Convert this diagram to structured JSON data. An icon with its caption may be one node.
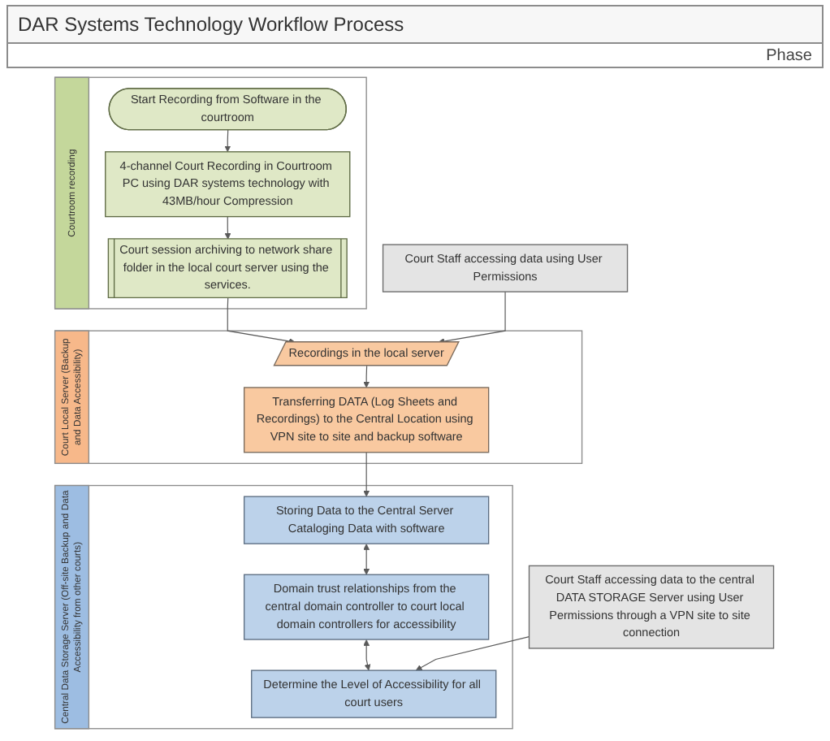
{
  "diagram": {
    "title": "DAR Systems Technology Workflow Process",
    "nodes": [
      {
        "text": [
          "Courtroom recording"
        ]
      },
      {
        "text": [
          "Start Recording from Software in the courtroom"
        ],
        "in": 0
      },
      {
        "text": [
          "4-channel Court Recording in Courtroom PC using DAR systems technology with 43MB/hour Compression"
        ],
        "in": 0
      },
      {
        "text": [
          "Court session archiving to network share folder in the local court server using the services."
        ],
        "in": 0
      },
      {
        "text": [
          "Court Staff accessing data using User Permissions"
        ]
      },
      {
        "text": [
          "Court Staff accessing data to the central DATA STORAGE Server using User Permissions through a VPN site to site connection"
        ]
      },
      {
        "text": [
          "Court Local Server (Backup and Data Accessibility)"
        ]
      },
      {
        "text": [
          "Transferring DATA (Log Sheets and Recordings) to the Central Location using VPN site to site and backup software"
        ],
        "in": 6
      },
      {
        "text": [
          "Recordings in the local server"
        ],
        "in": 6
      },
      {
        "text": [
          "Central Data Storage Server (Off-site Backup and Data Accessibility from other courts)"
        ]
      },
      {
        "text": [
          "Storing Data to the Central Server Cataloging Data with software"
        ],
        "in": 9
      },
      {
        "text": [
          "Domain trust relationships from the central domain controller to court local domain controllers for accessibility"
        ],
        "in": 9
      },
      {
        "text": [
          "Determine the Level of Accessibility for all court users"
        ],
        "in": 9
      }
    ],
    "edges": [
      {
        "from": 1,
        "to": 2,
        "arrow": "to"
      },
      {
        "from": 2,
        "to": 3,
        "arrow": "to"
      },
      {
        "from": 3,
        "to": 8,
        "arrow": "to"
      },
      {
        "from": 4,
        "to": 8,
        "arrow": "to"
      },
      {
        "from": 8,
        "to": 7,
        "arrow": "to"
      },
      {
        "from": 7,
        "to": 10,
        "arrow": "to"
      },
      {
        "from": 10,
        "to": 11,
        "arrow": "both"
      },
      {
        "from": 11,
        "to": 12,
        "arrow": "both"
      },
      {
        "from": 5,
        "to": 12,
        "arrow": "to"
      }
    ],
    "labels": [
      "Phase"
    ]
  }
}
